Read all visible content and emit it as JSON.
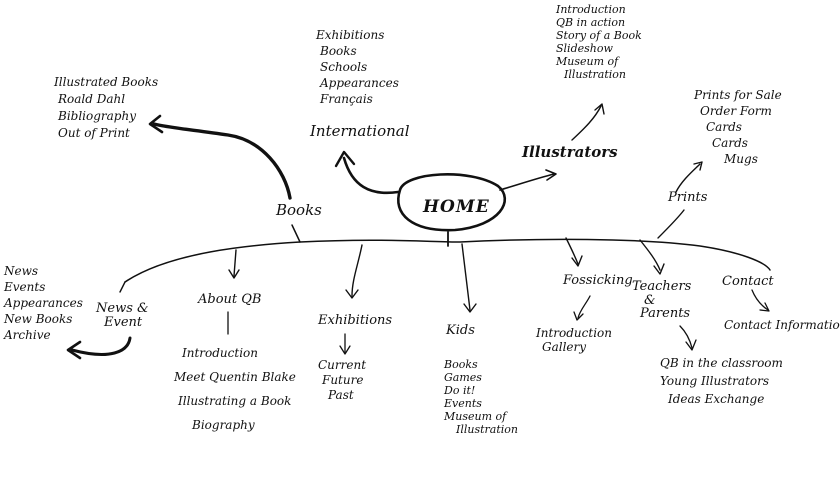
{
  "home": "HOME",
  "books": {
    "label": "Books",
    "items": [
      "Illustrated Books",
      "Roald Dahl",
      "Bibliography",
      "Out of Print"
    ]
  },
  "international": {
    "label": "International",
    "items": [
      "Exhibitions",
      "Books",
      "Schools",
      "Appearances",
      "Français"
    ]
  },
  "illustrators": {
    "label": "Illustrators",
    "items": [
      "Introduction",
      "QB in action",
      "Story of a Book",
      "Slideshow",
      "Museum of",
      "Illustration"
    ]
  },
  "prints": {
    "label": "Prints",
    "items": [
      "Prints for Sale",
      "Order Form",
      "Cards",
      "Cards",
      "Mugs"
    ]
  },
  "news": {
    "label_1": "News &",
    "label_2": "Event",
    "items": [
      "News",
      "Events",
      "Appearances",
      "New Books",
      "Archive"
    ]
  },
  "about": {
    "label": "About QB",
    "items": [
      "Introduction",
      "Meet Quentin Blake",
      "Illustrating a Book",
      "Biography"
    ]
  },
  "exhibitions": {
    "label": "Exhibitions",
    "items": [
      "Current",
      "Future",
      "Past"
    ]
  },
  "kids": {
    "label": "Kids",
    "items": [
      "Books",
      "Games",
      "Do it!",
      "Events",
      "Museum of",
      "Illustration"
    ]
  },
  "fossicking": {
    "label": "Fossicking",
    "items": [
      "Introduction",
      "Gallery"
    ]
  },
  "teachers": {
    "label_1": "Teachers",
    "label_2": "&",
    "label_3": "Parents",
    "items": [
      "QB in the classroom",
      "Young Illustrators",
      "Ideas Exchange"
    ]
  },
  "contact": {
    "label": "Contact",
    "items": [
      "Contact Information"
    ]
  }
}
